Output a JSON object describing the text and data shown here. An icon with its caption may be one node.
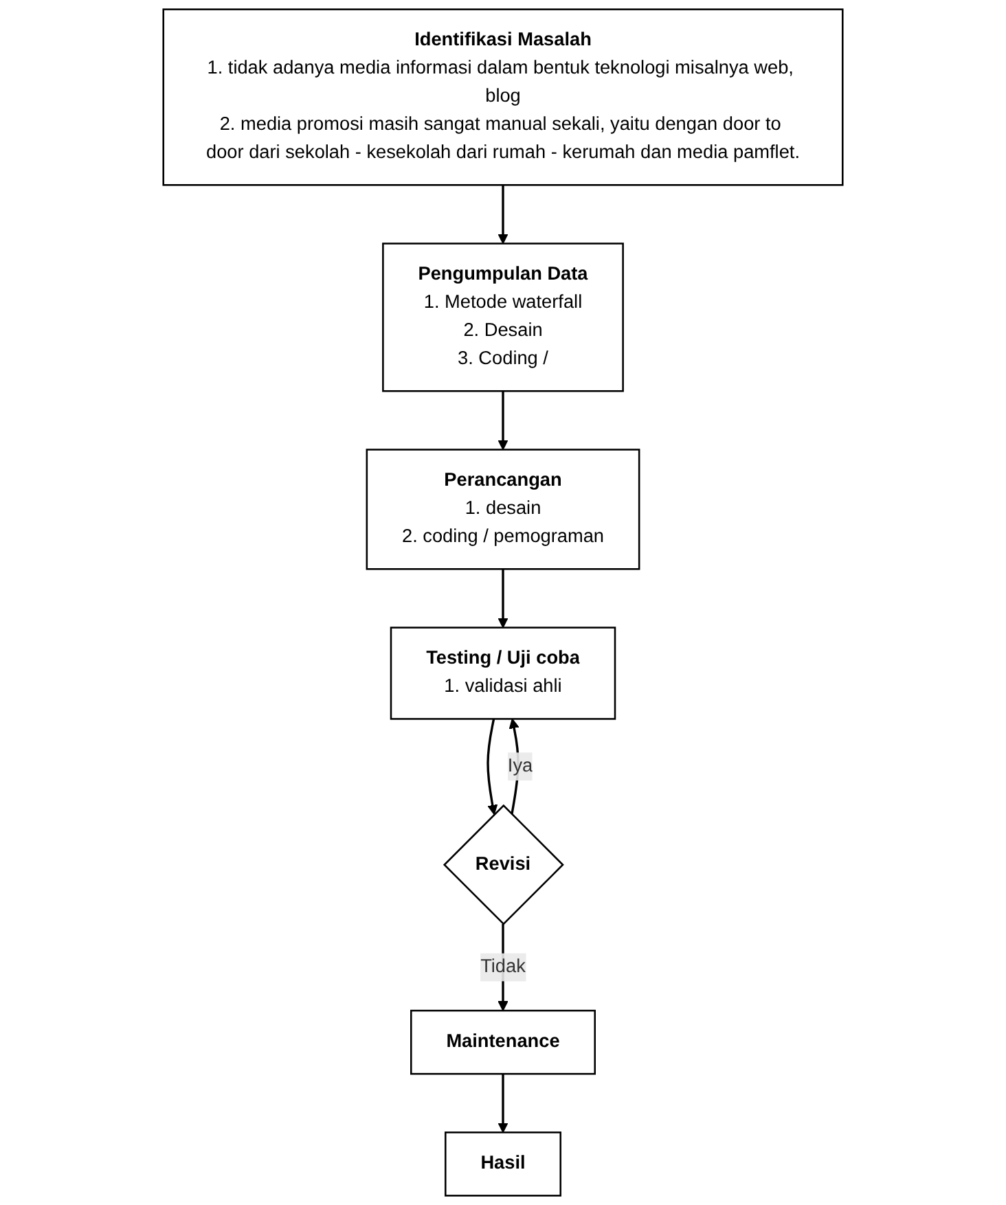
{
  "diagram": {
    "nodes": [
      {
        "text": [
          "Identifikasi Masalah",
          "1. tidak adanya media informasi dalam bentuk teknologi misalnya web, blog",
          "2. media promosi masih sangat manual sekali, yaitu dengan door to door dari sekolah - kesekolah dari rumah - kerumah dan media pamflet."
        ]
      },
      {
        "text": [
          "Pengumpulan Data",
          "1. Metode waterfall",
          "2. Desain",
          "3. Coding /"
        ]
      },
      {
        "text": [
          "Perancangan",
          "1. desain",
          "2. coding / pemograman"
        ]
      },
      {
        "text": [
          "Testing / Uji coba",
          "1. validasi ahli"
        ]
      },
      {
        "text": [
          "Revisi"
        ]
      },
      {
        "text": [
          "Maintenance"
        ]
      },
      {
        "text": [
          "Hasil"
        ]
      }
    ],
    "edges": [
      {
        "from": 0,
        "to": 1,
        "arrow": "to"
      },
      {
        "from": 1,
        "to": 2,
        "arrow": "to"
      },
      {
        "from": 2,
        "to": 3,
        "arrow": "to"
      },
      {
        "from": 3,
        "to": 4,
        "arrow": "to"
      },
      {
        "from": 4,
        "to": 3,
        "arrow": "to",
        "label": "Iya"
      },
      {
        "from": 4,
        "to": 5,
        "arrow": "to",
        "label": "Tidak"
      },
      {
        "from": 5,
        "to": 6,
        "arrow": "to"
      }
    ]
  }
}
